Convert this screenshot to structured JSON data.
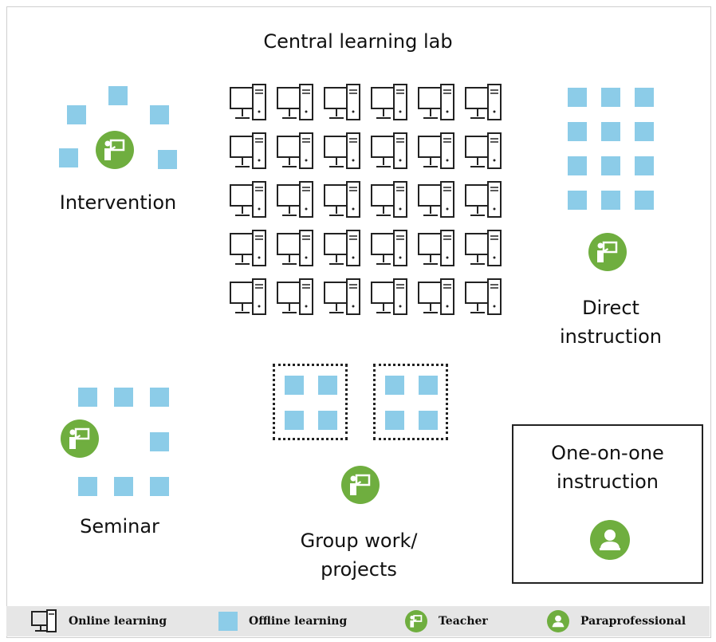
{
  "title": "Central learning lab",
  "zones": {
    "intervention": {
      "label": "Intervention"
    },
    "direct_instruction": {
      "label_line1": "Direct",
      "label_line2": "instruction"
    },
    "seminar": {
      "label": "Seminar"
    },
    "group_work": {
      "label_line1": "Group work/",
      "label_line2": "projects"
    },
    "one_on_one": {
      "label_line1": "One-on-one",
      "label_line2": "instruction"
    }
  },
  "legend": {
    "online": "Online learning",
    "offline": "Offline learning",
    "teacher": "Teacher",
    "para": "Paraprofessional"
  },
  "colors": {
    "offline_square": "#8ccce8",
    "teacher_green": "#6fae3f",
    "legend_bar": "#e6e6e6"
  },
  "icons": {
    "online": "computer-icon",
    "teacher": "teacher-icon",
    "para": "person-icon"
  }
}
